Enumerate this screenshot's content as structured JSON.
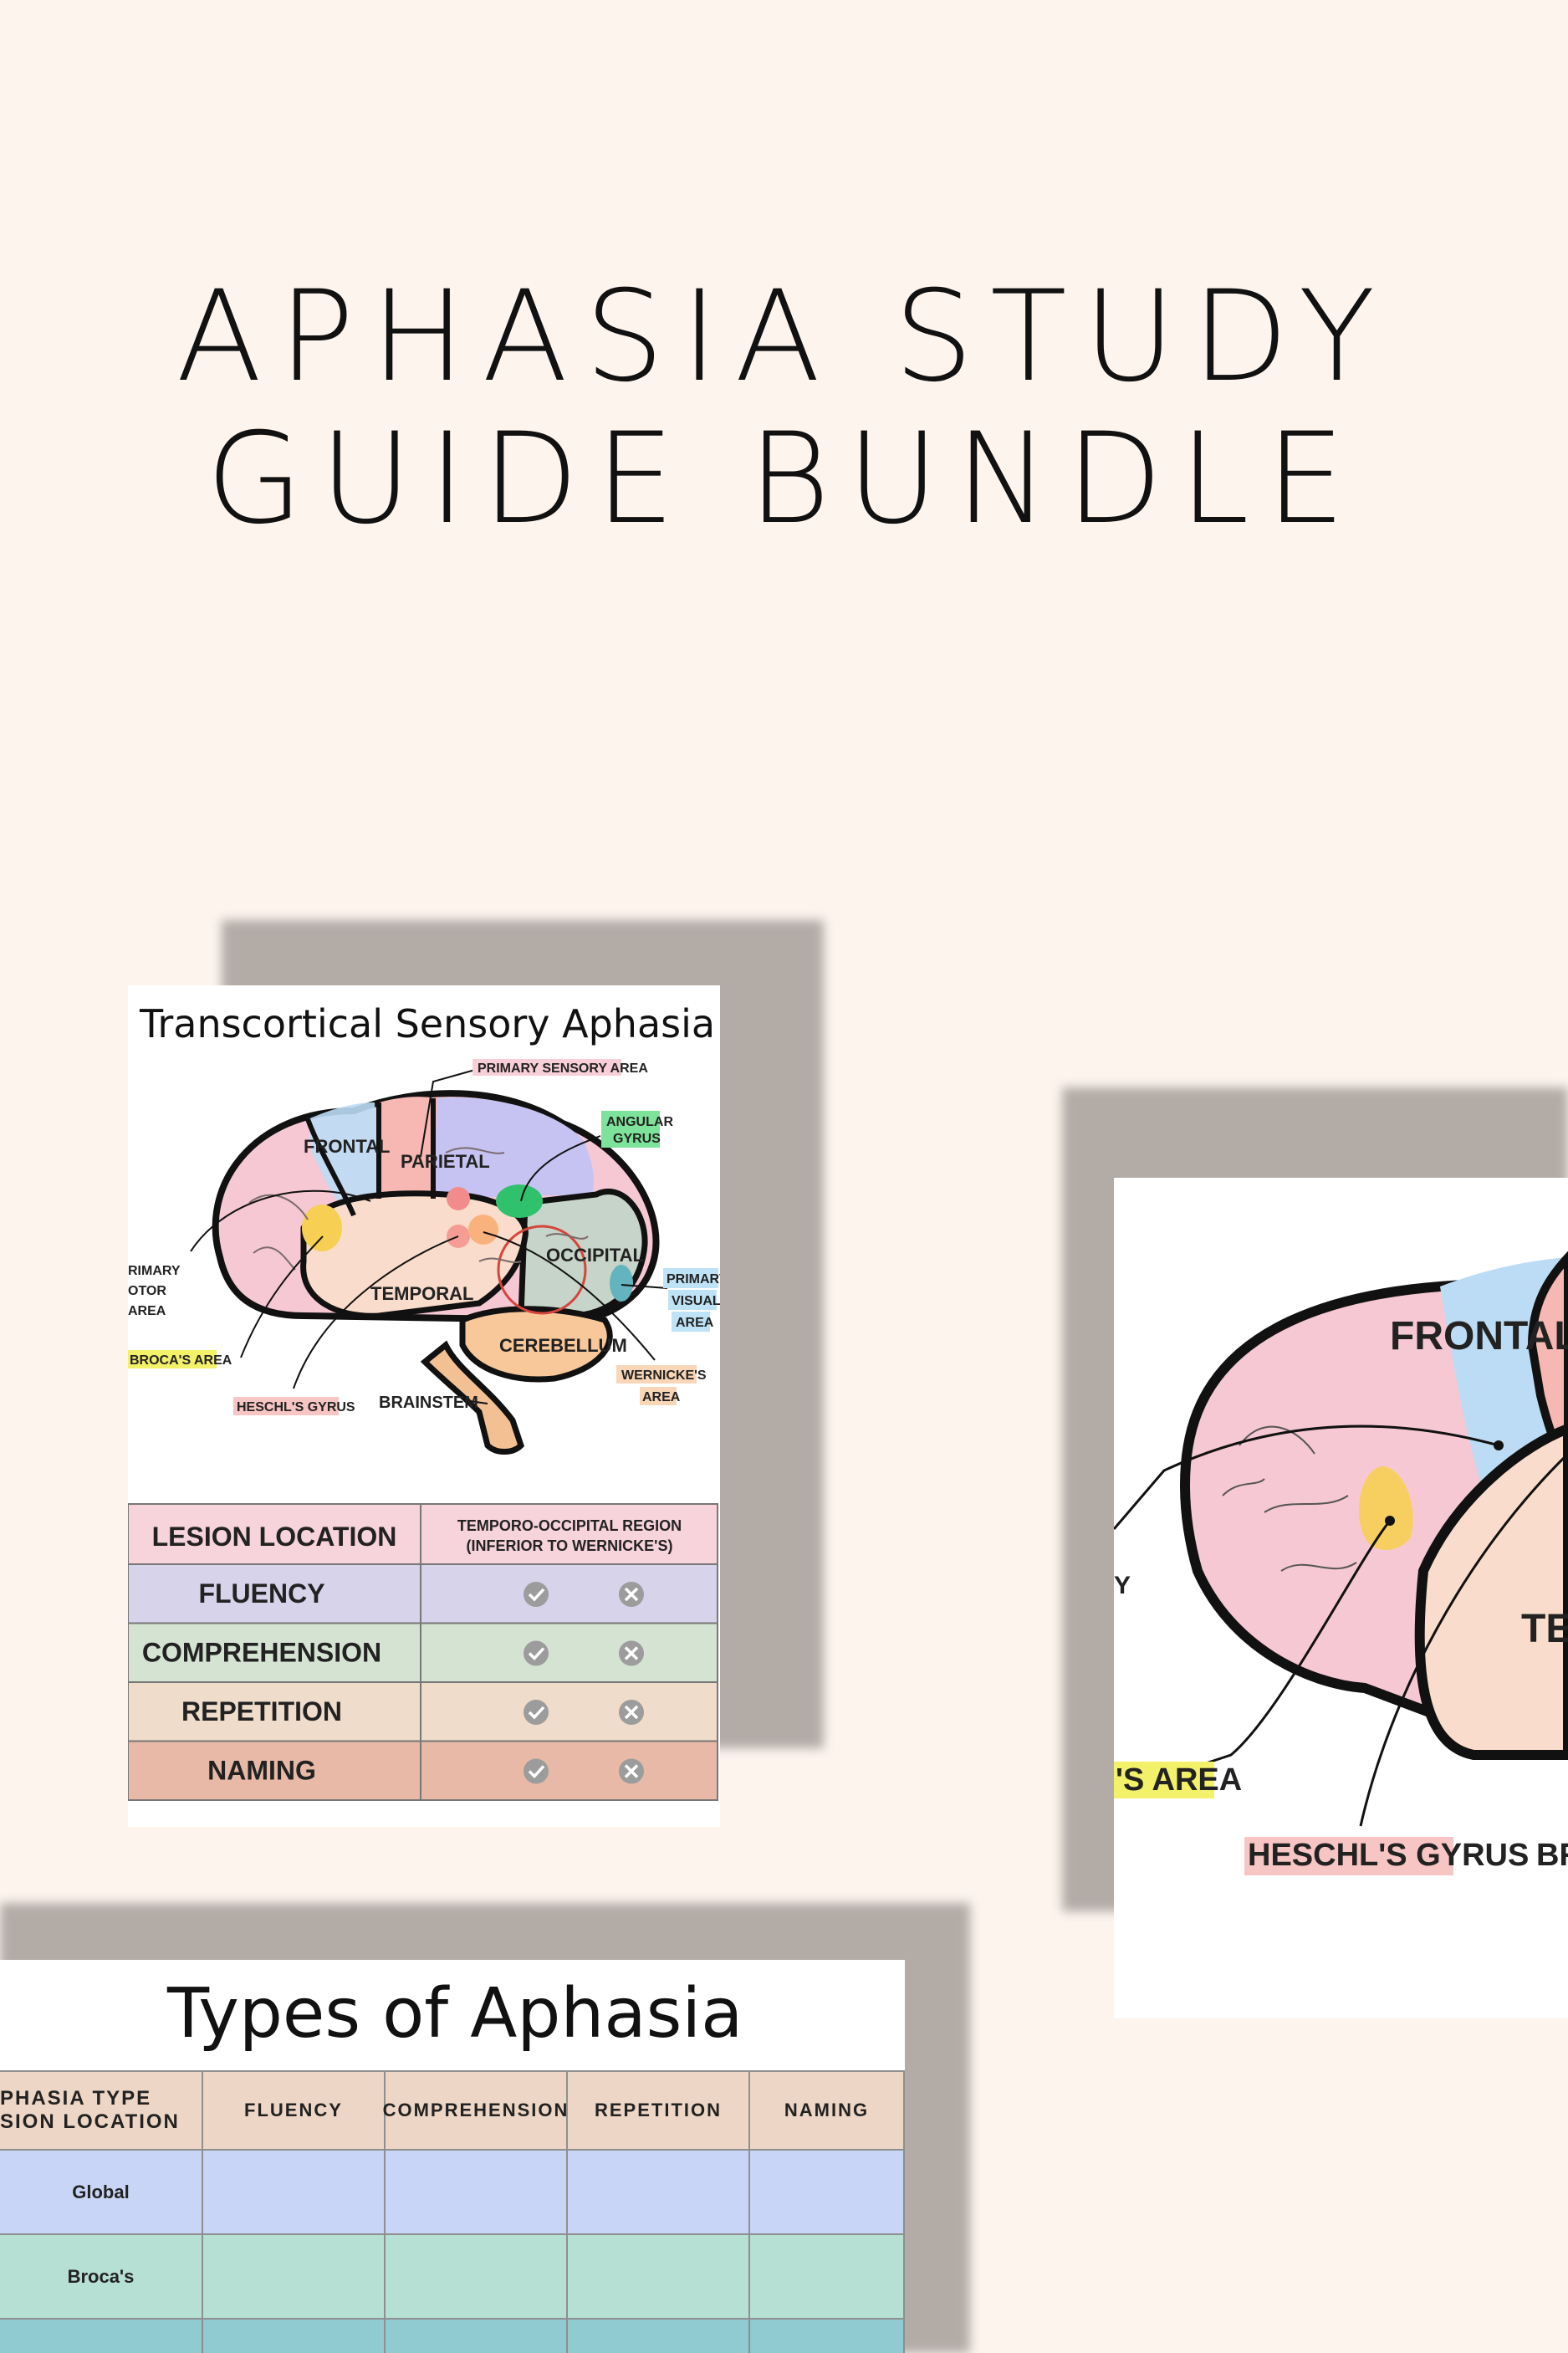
{
  "page": {
    "title_line1": "APHASIA STUDY",
    "title_line2": "GUIDE BUNDLE",
    "background": "#fdf4ee"
  },
  "card_tsa": {
    "heading": "Transcortical Sensory Aphasia",
    "labels": {
      "primary_sensory": "PRIMARY SENSORY AREA",
      "angular_l1": "ANGULAR",
      "angular_l2": "GYRUS",
      "frontal": "FRONTAL",
      "parietal": "PARIETAL",
      "occipital": "OCCIPITAL",
      "temporal": "TEMPORAL",
      "cerebellum": "CEREBELLUM",
      "brainstem": "BRAINSTEM",
      "motor_l1": "RIMARY",
      "motor_l2": "OTOR",
      "motor_l3": "AREA",
      "visual_l1": "PRIMARY",
      "visual_l2": "VISUAL",
      "visual_l3": "AREA",
      "brocas": "BROCA'S AREA",
      "heschls": "HESCHL'S GYRUS",
      "wernickes_l1": "WERNICKE'S",
      "wernickes_l2": "AREA"
    },
    "table": {
      "lesion_label": "LESION LOCATION",
      "lesion_value_l1": "TEMPORO-OCCIPITAL REGION",
      "lesion_value_l2": "(INFERIOR TO WERNICKE'S)",
      "rows": [
        {
          "label": "FLUENCY",
          "color": "#d6d3ea"
        },
        {
          "label": "COMPREHENSION",
          "color": "#d5e3d3"
        },
        {
          "label": "REPETITION",
          "color": "#efdcca"
        },
        {
          "label": "NAMING",
          "color": "#e9b9a7"
        }
      ]
    }
  },
  "card_zoom": {
    "frontal": "FRONTAL",
    "temporal_partial": "TEM",
    "brocas_partial": "'S AREA",
    "heschls": "HESCHL'S GYRUS",
    "brainstem_partial": "BR",
    "motor_partial": "Y"
  },
  "card_types": {
    "heading": "Types of Aphasia",
    "header_col1_l1": "PHASIA TYPE",
    "header_col1_l2": "SION LOCATION",
    "columns": [
      "FLUENCY",
      "COMPREHENSION",
      "REPETITION",
      "NAMING"
    ],
    "rows": [
      {
        "label": "Global",
        "color": "#c9d5f6"
      },
      {
        "label": "Broca's",
        "color": "#b7e0d4"
      },
      {
        "label": "",
        "color": "#8fcbd1"
      }
    ],
    "header_color": "#eed6c6"
  }
}
